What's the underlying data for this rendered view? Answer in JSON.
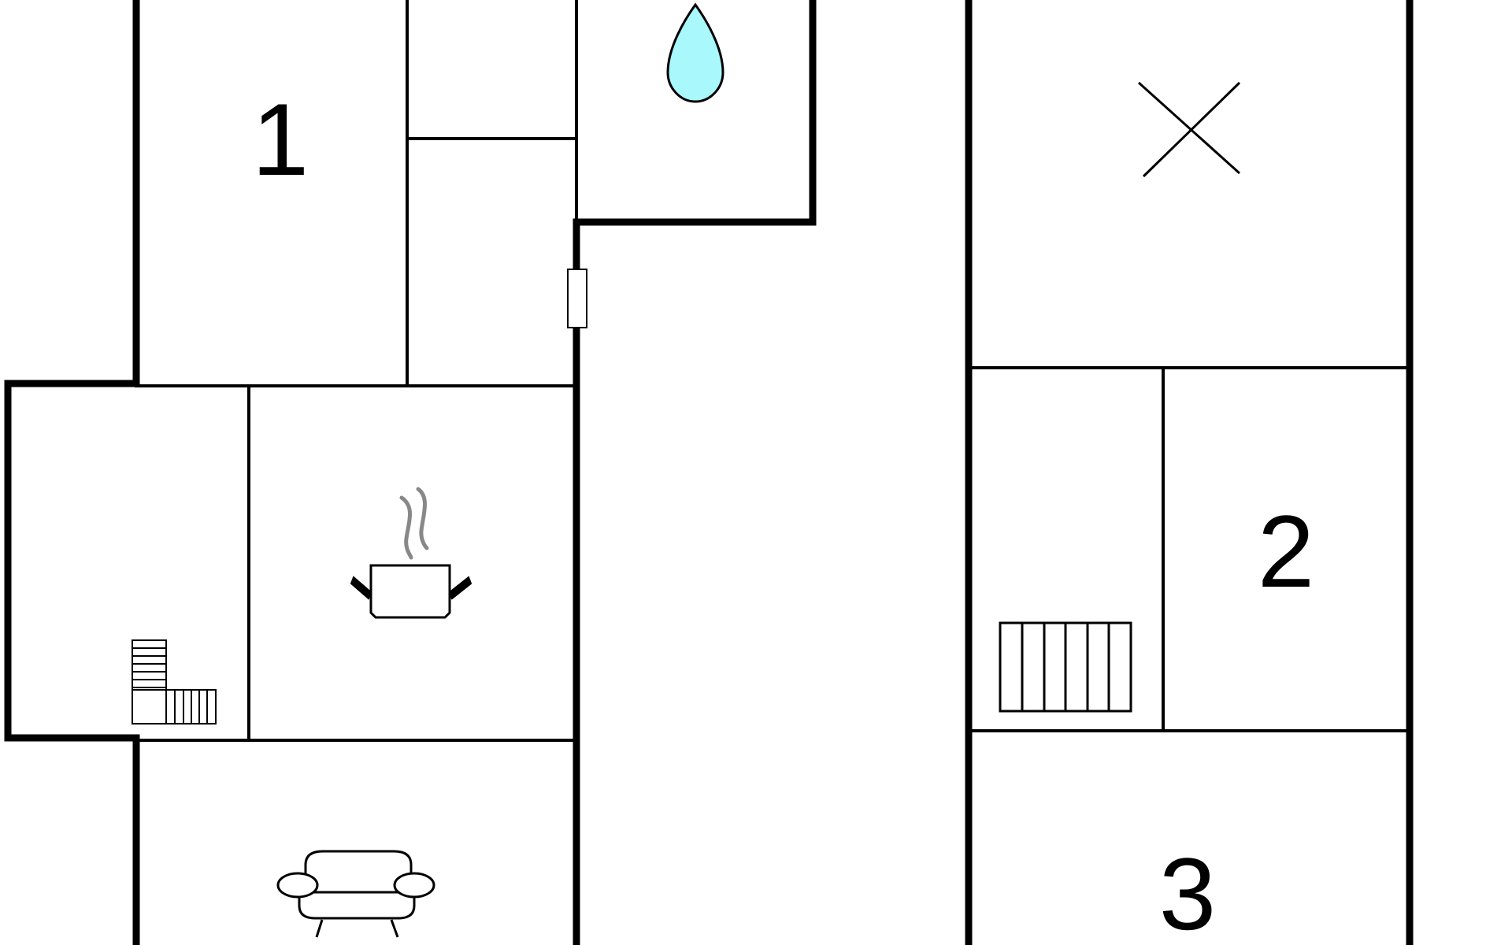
{
  "rooms": {
    "bedroom_1": {
      "label": "1"
    },
    "bedroom_2": {
      "label": "2"
    },
    "bedroom_3": {
      "label": "3"
    }
  },
  "icons": {
    "bathroom": "water-drop-icon",
    "kitchen": "cooking-pot-icon",
    "living": "sofa-icon",
    "open_space": "cross-icon",
    "stairs_left": "staircase-icon",
    "stairs_right": "staircase-icon",
    "door": "door-icon"
  },
  "colors": {
    "water": "#a8f8fc",
    "steam": "#888888",
    "walls": "#000000",
    "background": "#ffffff"
  }
}
